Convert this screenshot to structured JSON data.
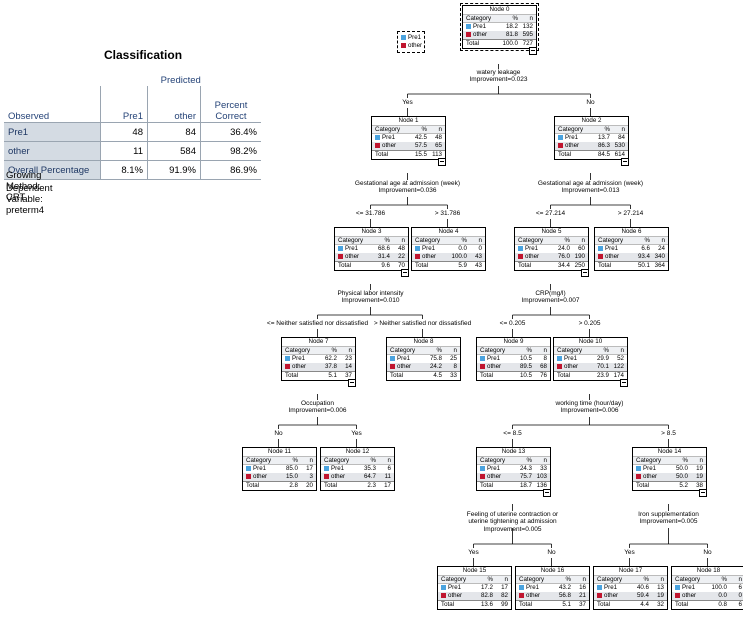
{
  "classification": {
    "title": "Classification",
    "predicted_header": "Predicted",
    "observed_header": "Observed",
    "columns": [
      "Pre1",
      "other",
      "Percent Correct"
    ],
    "rows": [
      {
        "label": "Pre1",
        "values": [
          "48",
          "84",
          "36.4%"
        ]
      },
      {
        "label": "other",
        "values": [
          "11",
          "584",
          "98.2%"
        ]
      },
      {
        "label": "Overall Percentage",
        "values": [
          "8.1%",
          "91.9%",
          "86.9%"
        ]
      }
    ],
    "notes": [
      "Growing Method: CRT",
      "Dependent Variable: preterm4"
    ]
  },
  "colors": {
    "pre1": "#4aa3df",
    "other": "#c0152f"
  },
  "legend": {
    "items": [
      {
        "label": "Pre1",
        "color": "#4aa3df"
      },
      {
        "label": "other",
        "color": "#c0152f"
      }
    ]
  },
  "tree": {
    "category_header": [
      "Category",
      "%",
      "n"
    ],
    "total_label": "Total",
    "class_labels": [
      "Pre1",
      "other"
    ],
    "nodes": [
      {
        "id": 0,
        "title": "Node 0",
        "pre1": [
          "18.2",
          "132"
        ],
        "other": [
          "81.8",
          "595"
        ],
        "total": [
          "100.0",
          "727"
        ]
      },
      {
        "id": 1,
        "title": "Node 1",
        "pre1": [
          "42.5",
          "48"
        ],
        "other": [
          "57.5",
          "65"
        ],
        "total": [
          "15.5",
          "113"
        ]
      },
      {
        "id": 2,
        "title": "Node 2",
        "pre1": [
          "13.7",
          "84"
        ],
        "other": [
          "86.3",
          "530"
        ],
        "total": [
          "84.5",
          "614"
        ]
      },
      {
        "id": 3,
        "title": "Node 3",
        "pre1": [
          "68.6",
          "48"
        ],
        "other": [
          "31.4",
          "22"
        ],
        "total": [
          "9.6",
          "70"
        ]
      },
      {
        "id": 4,
        "title": "Node 4",
        "pre1": [
          "0.0",
          "0"
        ],
        "other": [
          "100.0",
          "43"
        ],
        "total": [
          "5.9",
          "43"
        ]
      },
      {
        "id": 5,
        "title": "Node 5",
        "pre1": [
          "24.0",
          "60"
        ],
        "other": [
          "76.0",
          "190"
        ],
        "total": [
          "34.4",
          "250"
        ]
      },
      {
        "id": 6,
        "title": "Node 6",
        "pre1": [
          "6.6",
          "24"
        ],
        "other": [
          "93.4",
          "340"
        ],
        "total": [
          "50.1",
          "364"
        ]
      },
      {
        "id": 7,
        "title": "Node 7",
        "pre1": [
          "62.2",
          "23"
        ],
        "other": [
          "37.8",
          "14"
        ],
        "total": [
          "5.1",
          "37"
        ]
      },
      {
        "id": 8,
        "title": "Node 8",
        "pre1": [
          "75.8",
          "25"
        ],
        "other": [
          "24.2",
          "8"
        ],
        "total": [
          "4.5",
          "33"
        ]
      },
      {
        "id": 9,
        "title": "Node 9",
        "pre1": [
          "10.5",
          "8"
        ],
        "other": [
          "89.5",
          "68"
        ],
        "total": [
          "10.5",
          "76"
        ]
      },
      {
        "id": 10,
        "title": "Node 10",
        "pre1": [
          "29.9",
          "52"
        ],
        "other": [
          "70.1",
          "122"
        ],
        "total": [
          "23.9",
          "174"
        ]
      },
      {
        "id": 11,
        "title": "Node 11",
        "pre1": [
          "85.0",
          "17"
        ],
        "other": [
          "15.0",
          "3"
        ],
        "total": [
          "2.8",
          "20"
        ]
      },
      {
        "id": 12,
        "title": "Node 12",
        "pre1": [
          "35.3",
          "6"
        ],
        "other": [
          "64.7",
          "11"
        ],
        "total": [
          "2.3",
          "17"
        ]
      },
      {
        "id": 13,
        "title": "Node 13",
        "pre1": [
          "24.3",
          "33"
        ],
        "other": [
          "75.7",
          "103"
        ],
        "total": [
          "18.7",
          "136"
        ]
      },
      {
        "id": 14,
        "title": "Node 14",
        "pre1": [
          "50.0",
          "19"
        ],
        "other": [
          "50.0",
          "19"
        ],
        "total": [
          "5.2",
          "38"
        ]
      },
      {
        "id": 15,
        "title": "Node 15",
        "pre1": [
          "17.2",
          "17"
        ],
        "other": [
          "82.8",
          "82"
        ],
        "total": [
          "13.6",
          "99"
        ]
      },
      {
        "id": 16,
        "title": "Node 16",
        "pre1": [
          "43.2",
          "16"
        ],
        "other": [
          "56.8",
          "21"
        ],
        "total": [
          "5.1",
          "37"
        ]
      },
      {
        "id": 17,
        "title": "Node 17",
        "pre1": [
          "40.6",
          "13"
        ],
        "other": [
          "59.4",
          "19"
        ],
        "total": [
          "4.4",
          "32"
        ]
      },
      {
        "id": 18,
        "title": "Node 18",
        "pre1": [
          "100.0",
          "6"
        ],
        "other": [
          "0.0",
          "0"
        ],
        "total": [
          "0.8",
          "6"
        ]
      }
    ],
    "splits": [
      {
        "node": 0,
        "variable": "watery leakage",
        "improvement": "Improvement=0.023",
        "branches": [
          {
            "child": 1,
            "label": "Yes"
          },
          {
            "child": 2,
            "label": "No"
          }
        ]
      },
      {
        "node": 1,
        "variable": "Gestational age at admission (week)",
        "improvement": "Improvement=0.036",
        "branches": [
          {
            "child": 3,
            "label": "<= 31.786"
          },
          {
            "child": 4,
            "label": "> 31.786"
          }
        ]
      },
      {
        "node": 2,
        "variable": "Gestational age at admission (week)",
        "improvement": "Improvement=0.013",
        "branches": [
          {
            "child": 5,
            "label": "<= 27.214"
          },
          {
            "child": 6,
            "label": "> 27.214"
          }
        ]
      },
      {
        "node": 3,
        "variable": "Physical labor intensity",
        "improvement": "Improvement=0.010",
        "branches": [
          {
            "child": 7,
            "label": "<= Neither satisfied nor dissatisfied"
          },
          {
            "child": 8,
            "label": "> Neither satisfied nor dissatisfied"
          }
        ]
      },
      {
        "node": 5,
        "variable": "CRP(mg/l)",
        "improvement": "Improvement=0.007",
        "branches": [
          {
            "child": 9,
            "label": "<= 0.205"
          },
          {
            "child": 10,
            "label": "> 0.205"
          }
        ]
      },
      {
        "node": 7,
        "variable": "Occupation",
        "improvement": "Improvement=0.006",
        "branches": [
          {
            "child": 11,
            "label": "No"
          },
          {
            "child": 12,
            "label": "Yes"
          }
        ]
      },
      {
        "node": 10,
        "variable": "working time (hour/day)",
        "improvement": "Improvement=0.006",
        "branches": [
          {
            "child": 13,
            "label": "<= 8.5"
          },
          {
            "child": 14,
            "label": "> 8.5"
          }
        ]
      },
      {
        "node": 13,
        "variable": "Feeling of uterine contraction or\nuterine tightening at admission",
        "improvement": "Improvement=0.005",
        "branches": [
          {
            "child": 15,
            "label": "Yes"
          },
          {
            "child": 16,
            "label": "No"
          }
        ]
      },
      {
        "node": 14,
        "variable": "Iron supplementation",
        "improvement": "Improvement=0.005",
        "branches": [
          {
            "child": 17,
            "label": "Yes"
          },
          {
            "child": 18,
            "label": "No"
          }
        ]
      }
    ]
  }
}
